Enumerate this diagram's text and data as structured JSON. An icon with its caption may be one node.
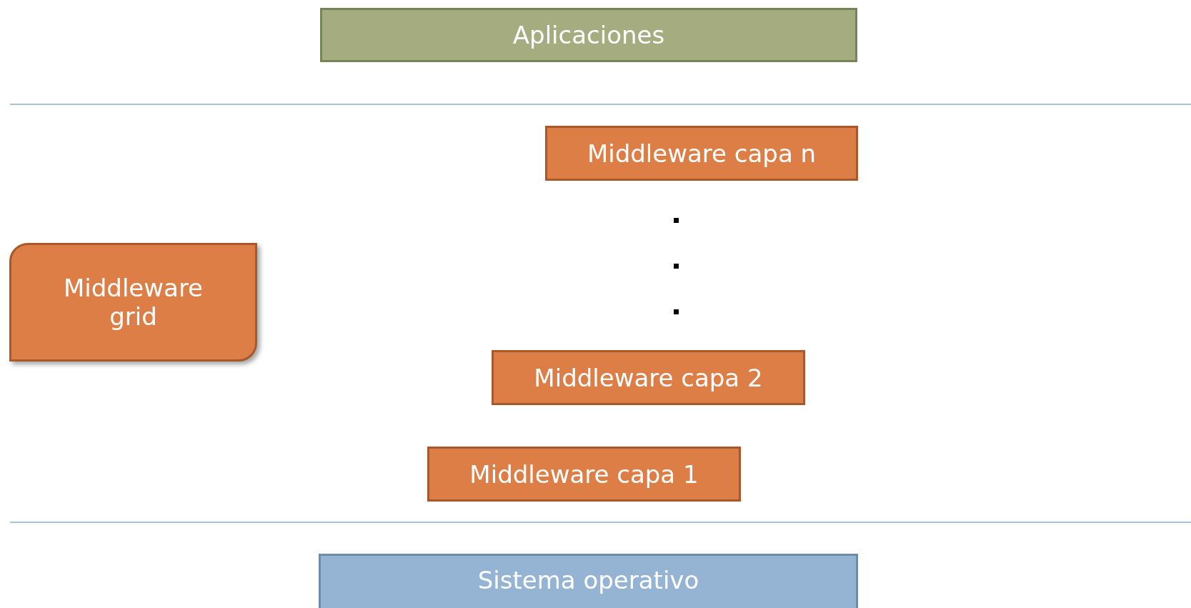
{
  "diagram": {
    "nodes": [
      {
        "text": [
          "Aplicaciones"
        ]
      },
      {
        "text": [
          "Middleware capa n"
        ]
      },
      {
        "text": [
          "Middleware capa 2"
        ]
      },
      {
        "text": [
          "Middleware capa 1"
        ]
      },
      {
        "text": [
          "Middleware grid"
        ]
      },
      {
        "text": [
          "Sistema operativo"
        ]
      }
    ],
    "edges": []
  }
}
